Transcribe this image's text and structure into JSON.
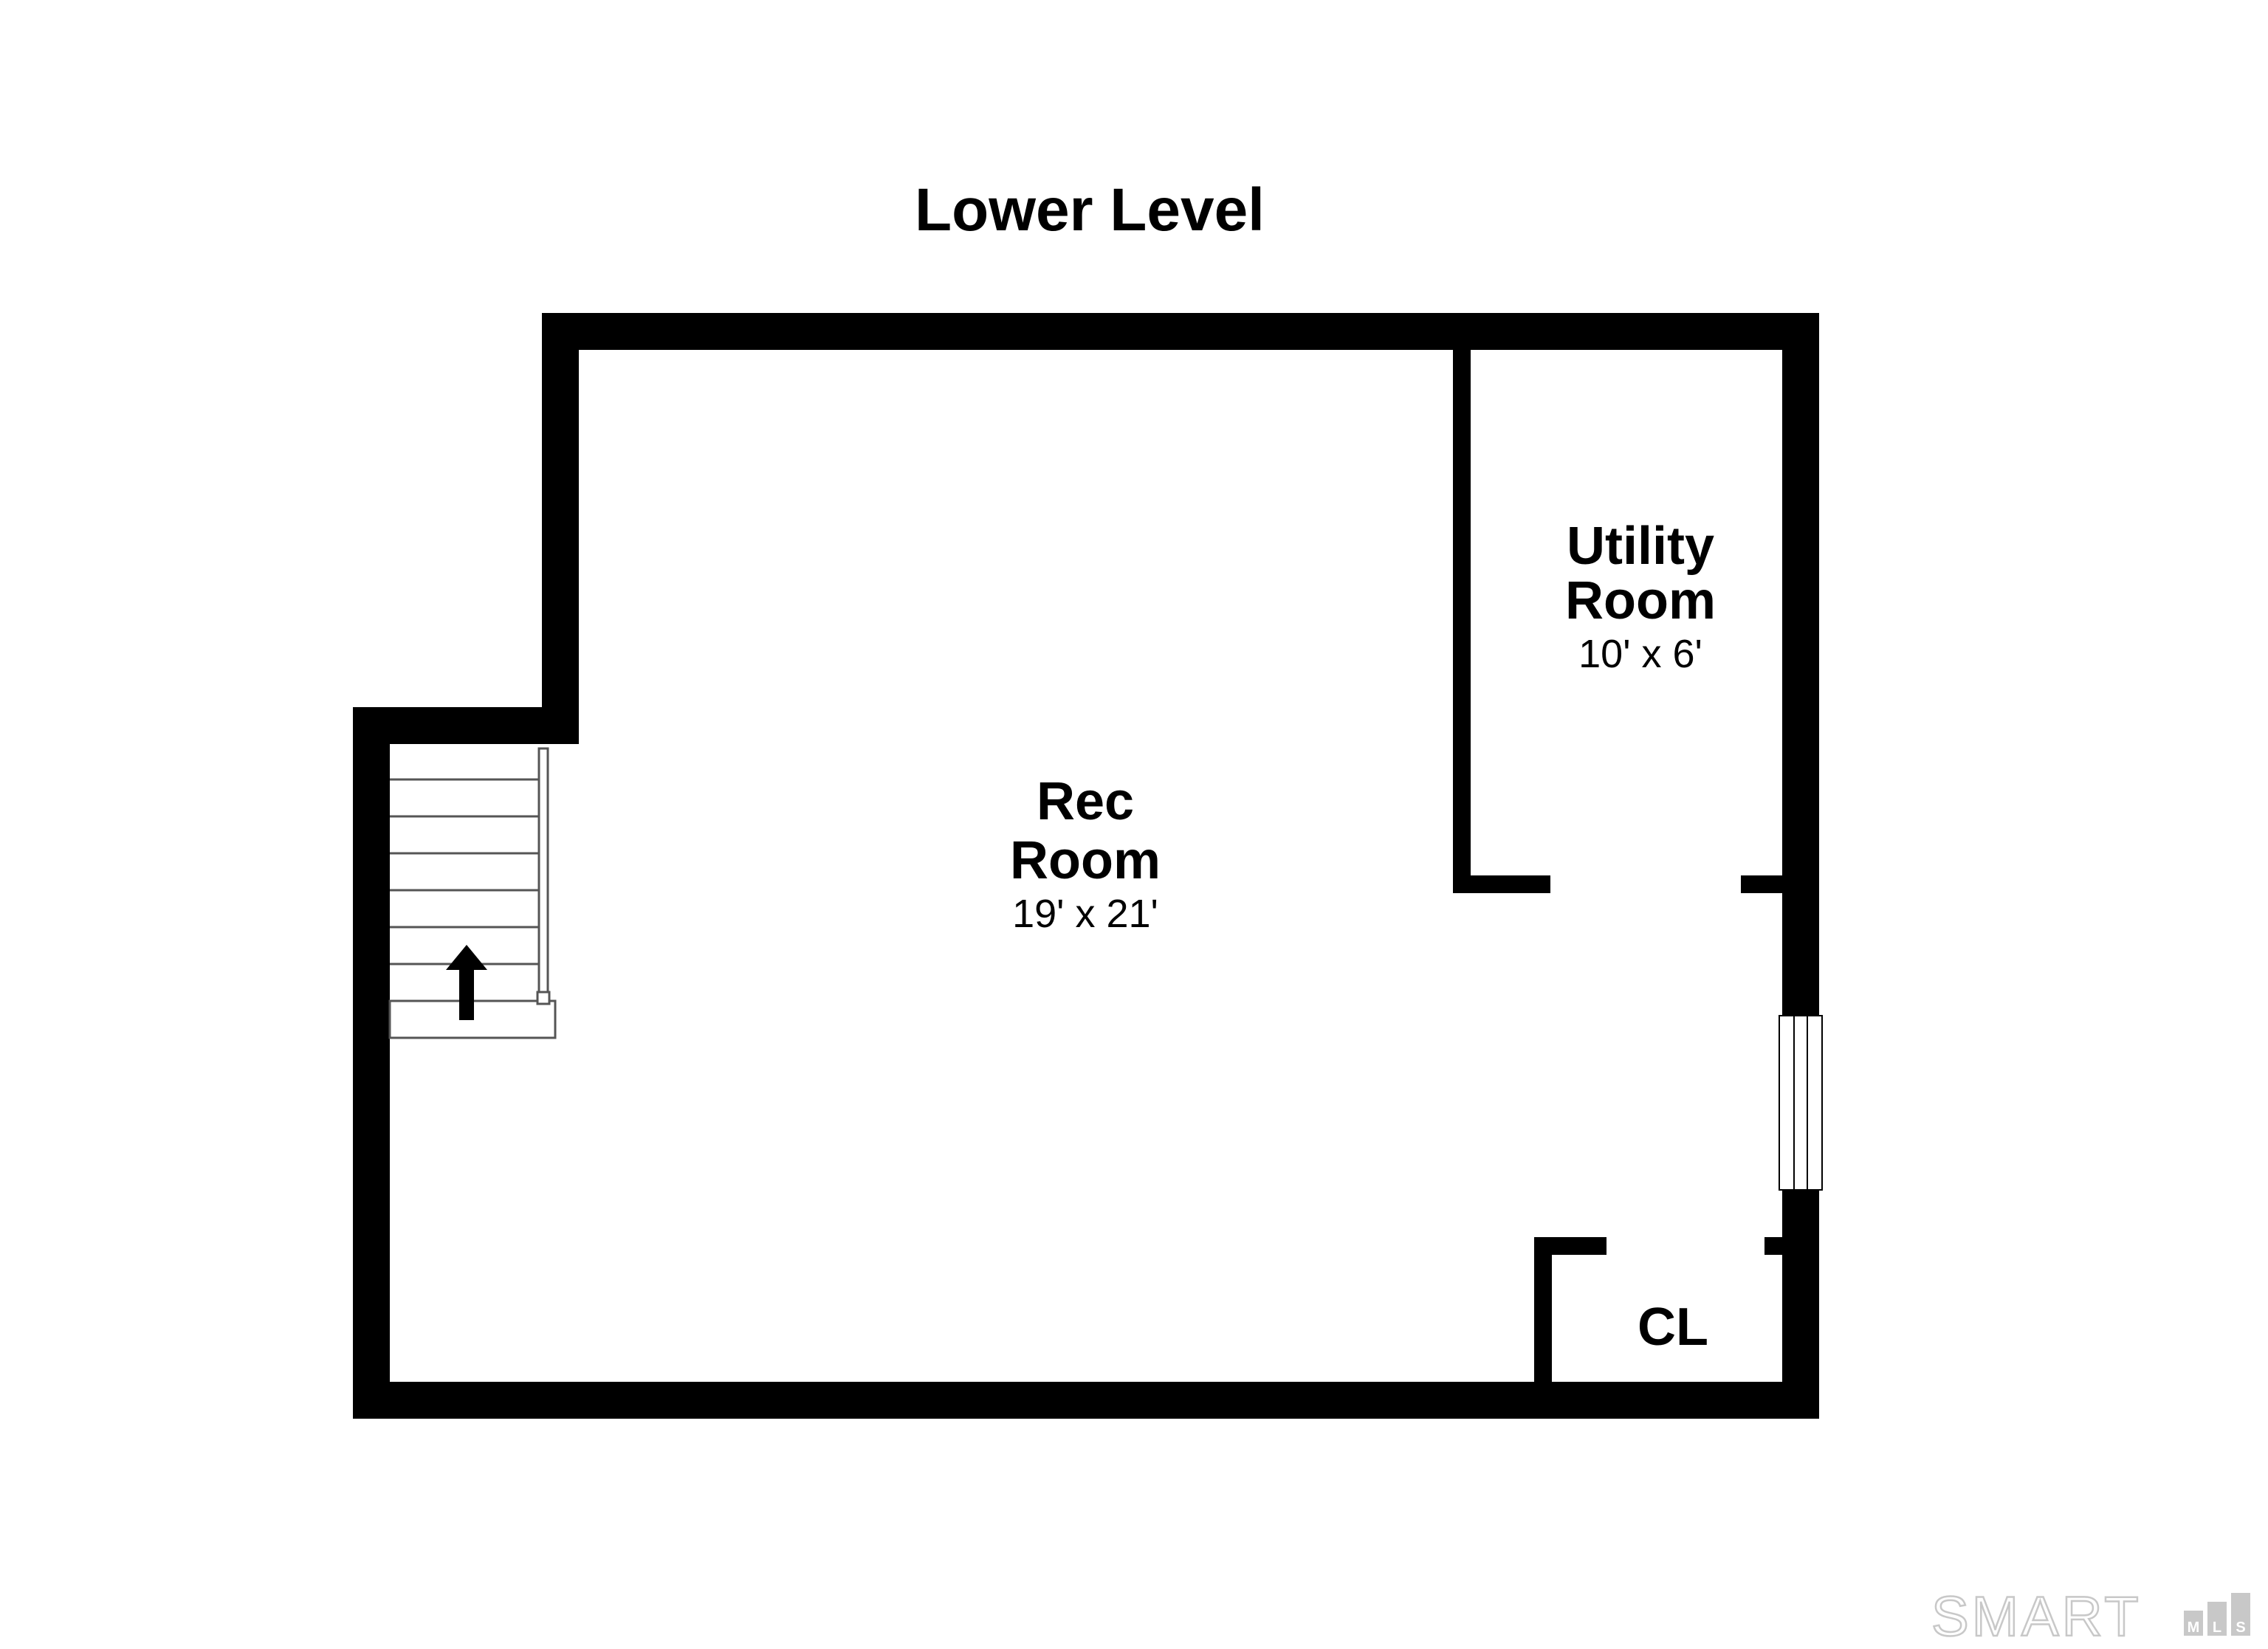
{
  "title": "Lower Level",
  "rooms": {
    "rec_room": {
      "name_line1": "Rec",
      "name_line2": "Room",
      "dimensions": "19' x 21'"
    },
    "utility_room": {
      "name_line1": "Utility",
      "name_line2": "Room",
      "dimensions": "10' x 6'"
    },
    "closet": {
      "name": "CL"
    }
  },
  "logo": {
    "main": "SMART",
    "sub_m": "M",
    "sub_l": "L",
    "sub_s": "S"
  },
  "colors": {
    "wall": "#000000",
    "background": "#ffffff",
    "logo": "#c8c8c8"
  }
}
